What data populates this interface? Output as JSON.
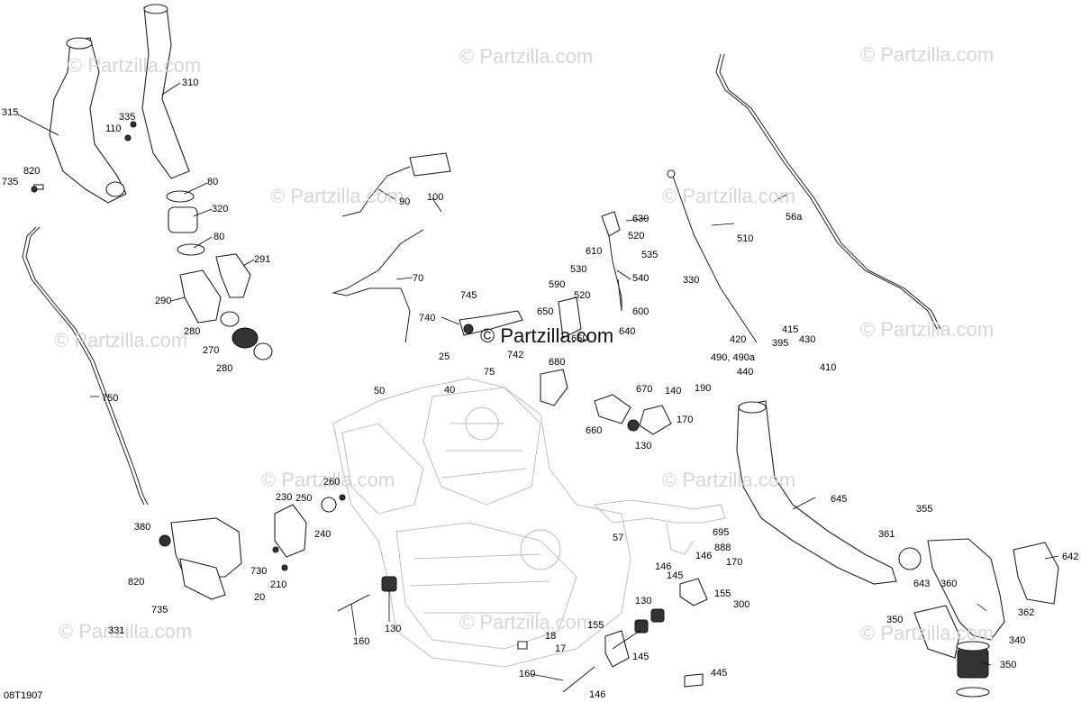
{
  "watermarks": [
    "© Partzilla.com",
    "© Partzilla.com",
    "© Partzilla.com",
    "© Partzilla.com",
    "© Partzilla.com",
    "© Partzilla.com",
    "© Partzilla.com",
    "© Partzilla.com",
    "© Partzilla.com",
    "© Partzilla.com",
    "© Partzilla.com",
    "© Partzilla.com"
  ],
  "center_watermark": "© Partzilla.com",
  "figure_code": "08T1907",
  "callouts": [
    "315",
    "310",
    "335",
    "110",
    "820",
    "735",
    "80",
    "320",
    "80",
    "291",
    "290",
    "280",
    "270",
    "280",
    "90",
    "100",
    "70",
    "745",
    "740",
    "742",
    "25",
    "75",
    "40",
    "50",
    "630",
    "520",
    "610",
    "535",
    "530",
    "540",
    "330",
    "590",
    "520",
    "600",
    "650",
    "650",
    "640",
    "680",
    "670",
    "140",
    "190",
    "170",
    "660",
    "130",
    "510",
    "56a",
    "415",
    "420",
    "395",
    "430",
    "490, 490a",
    "440",
    "410",
    "750",
    "380",
    "230",
    "250",
    "260",
    "240",
    "730",
    "20",
    "210",
    "820",
    "735",
    "331",
    "57",
    "695",
    "888",
    "146",
    "146",
    "170",
    "155",
    "145",
    "130",
    "130",
    "160",
    "18",
    "17",
    "155",
    "145",
    "160",
    "146",
    "445",
    "300",
    "645",
    "355",
    "361",
    "642",
    "643",
    "360",
    "362",
    "350",
    "340",
    "350"
  ]
}
